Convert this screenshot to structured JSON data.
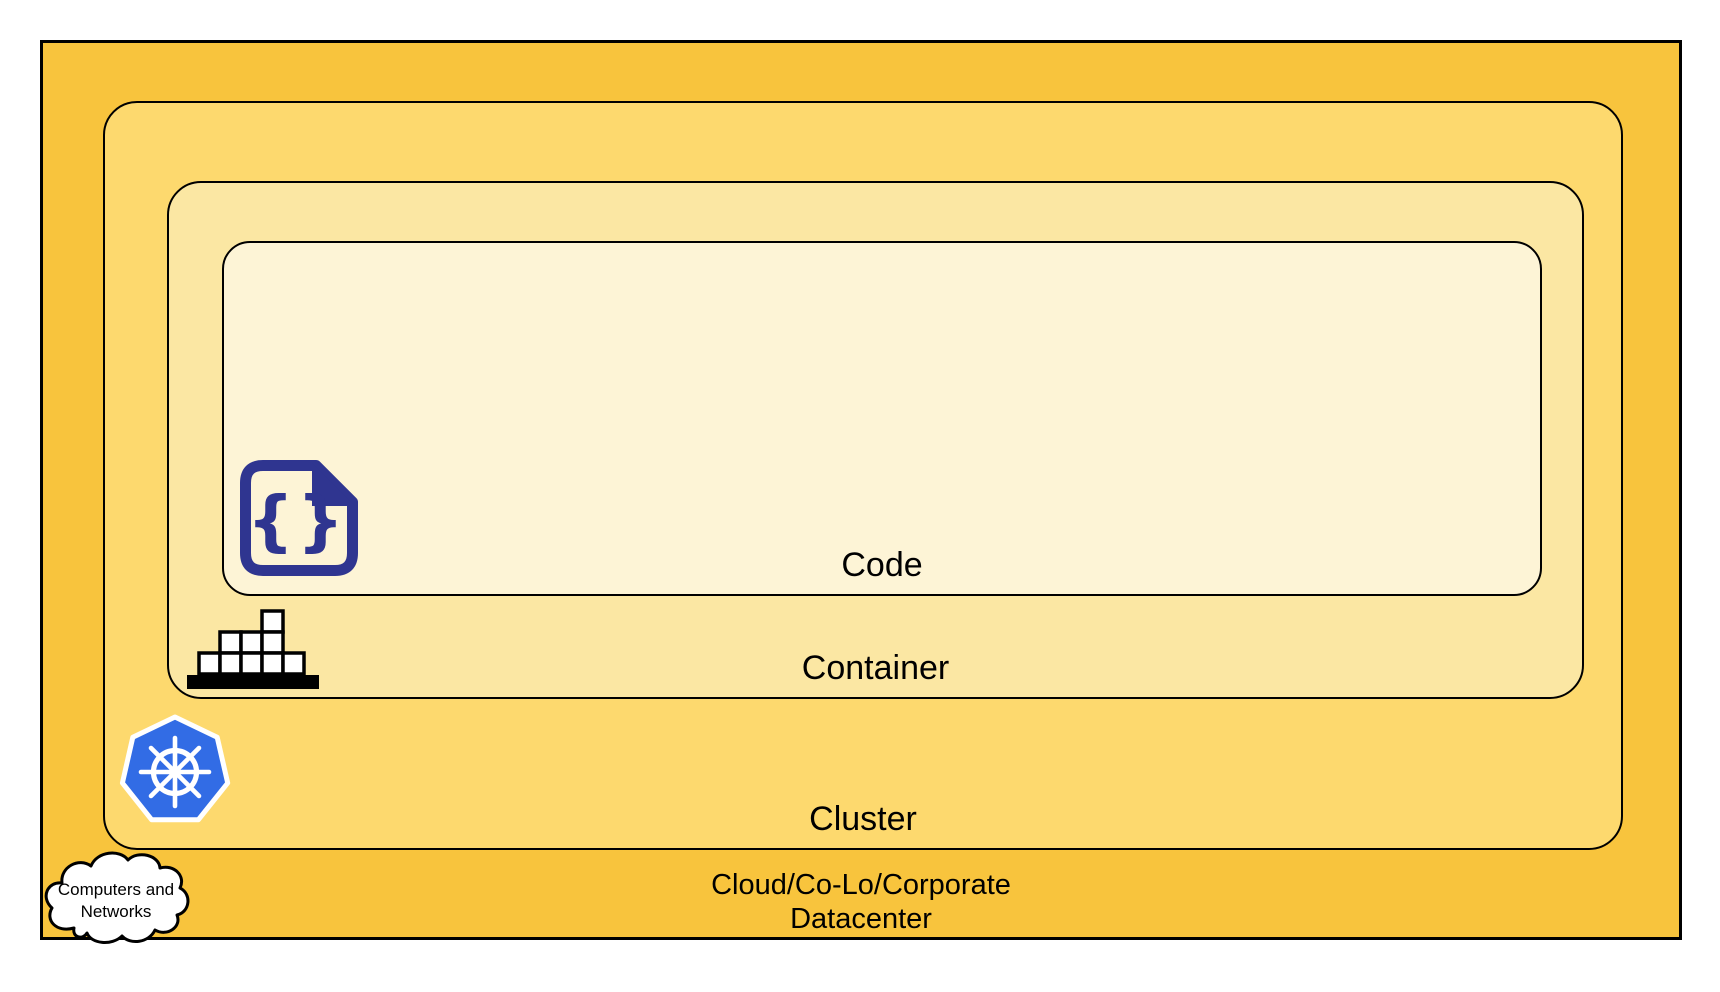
{
  "diagram": {
    "layers": {
      "code": {
        "label": "Code",
        "fill": "#FDF4D6"
      },
      "container": {
        "label": "Container",
        "fill": "#FBE7A3"
      },
      "cluster": {
        "label": "Cluster",
        "fill": "#FDD96E"
      },
      "datacenter": {
        "label_line1": "Cloud/Co-Lo/Corporate",
        "label_line2": "Datacenter",
        "fill": "#F8C43D"
      }
    },
    "cloud_callout": {
      "label_line1": "Computers and",
      "label_line2": "Networks"
    },
    "icons": {
      "code_braces_glyph": "{}"
    },
    "colors": {
      "kubernetes_blue": "#326CE5",
      "code_icon_navy": "#2F3590",
      "icon_white": "#FFFFFF",
      "outline_black": "#000000"
    }
  }
}
